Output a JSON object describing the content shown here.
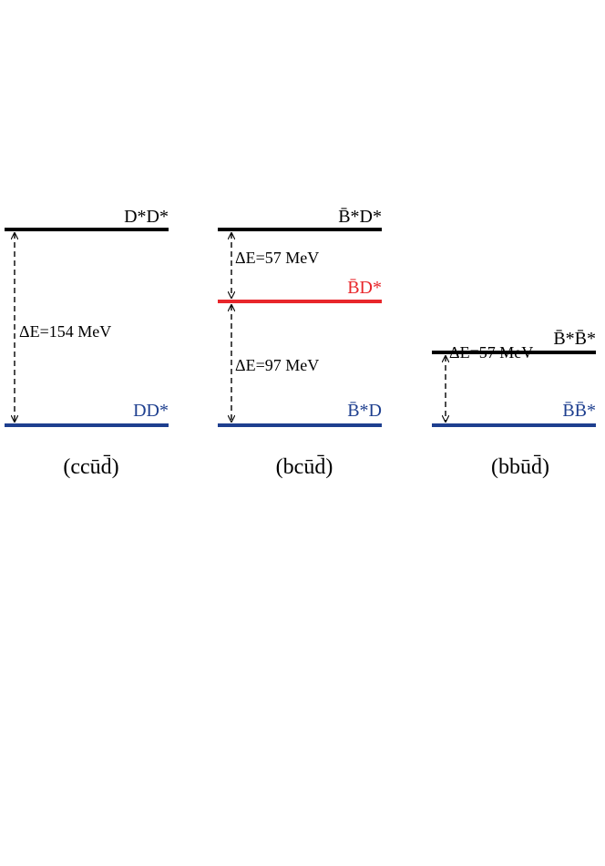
{
  "colors": {
    "black": "#000000",
    "red": "#e8262b",
    "blue": "#1e3f8f"
  },
  "panels": [
    {
      "caption": "(ccūd̄)",
      "levels": [
        {
          "label": "D*D*",
          "color": "black"
        },
        {
          "label": "DD*",
          "color": "blue"
        }
      ],
      "gaps": [
        {
          "label": "ΔE=154 MeV"
        }
      ]
    },
    {
      "caption": "(bcūd̄)",
      "levels": [
        {
          "label": "B̄*D*",
          "color": "black"
        },
        {
          "label": "B̄D*",
          "color": "red"
        },
        {
          "label": "B̄*D",
          "color": "blue"
        }
      ],
      "gaps": [
        {
          "label": "ΔE=57 MeV"
        },
        {
          "label": "ΔE=97 MeV"
        }
      ]
    },
    {
      "caption": "(bbūd̄)",
      "levels": [
        {
          "label": "B̄*B̄*",
          "color": "black"
        },
        {
          "label": "B̄B̄*",
          "color": "blue"
        }
      ],
      "gaps": [
        {
          "label": "ΔE=57 MeV"
        }
      ]
    }
  ]
}
